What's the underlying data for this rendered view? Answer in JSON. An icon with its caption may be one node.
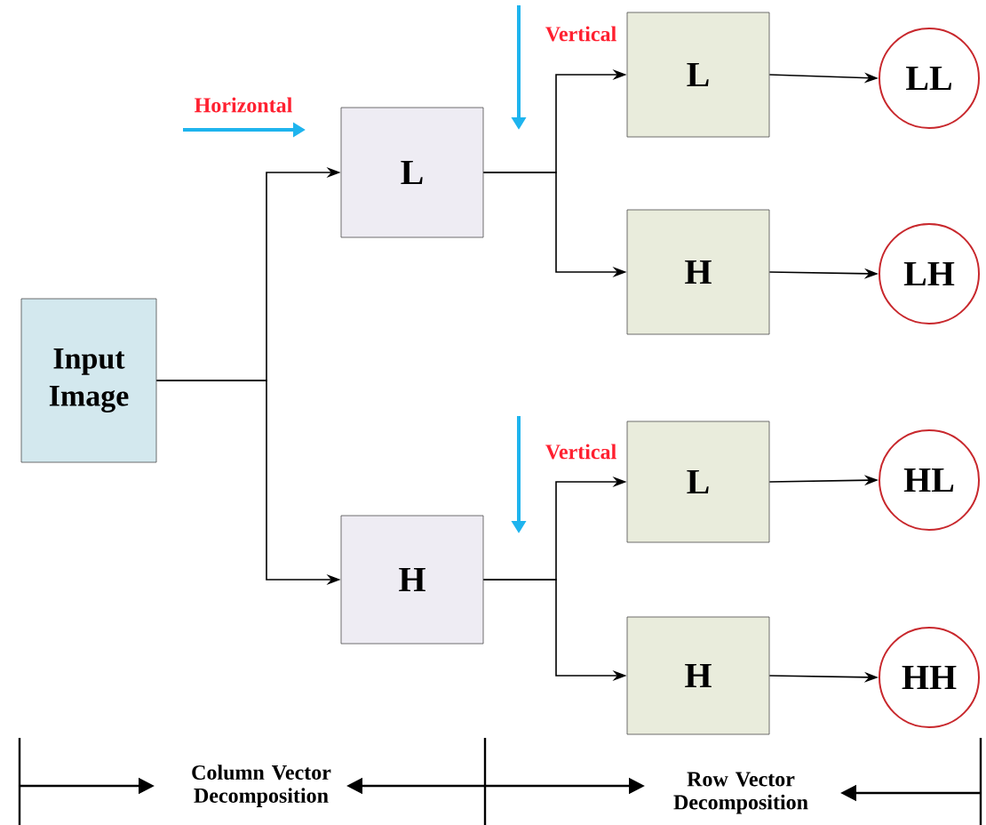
{
  "diagram": {
    "nodes": [
      {
        "text": [
          "Input Image"
        ]
      },
      {
        "text": [
          "L"
        ]
      },
      {
        "text": [
          "H"
        ]
      },
      {
        "text": [
          "L"
        ]
      },
      {
        "text": [
          "H"
        ]
      },
      {
        "text": [
          "L"
        ]
      },
      {
        "text": [
          "H"
        ]
      },
      {
        "text": [
          "LL"
        ]
      },
      {
        "text": [
          "LH"
        ]
      },
      {
        "text": [
          "HL"
        ]
      },
      {
        "text": [
          "HH"
        ]
      }
    ],
    "edges": [
      {
        "from": 0,
        "to": 1,
        "arrow": "to"
      },
      {
        "from": 0,
        "to": 2,
        "arrow": "to"
      },
      {
        "from": 1,
        "to": 3,
        "arrow": "to"
      },
      {
        "from": 1,
        "to": 4,
        "arrow": "to"
      },
      {
        "from": 2,
        "to": 5,
        "arrow": "to"
      },
      {
        "from": 2,
        "to": 6,
        "arrow": "to"
      },
      {
        "from": 3,
        "to": 7,
        "arrow": "to"
      },
      {
        "from": 4,
        "to": 8,
        "arrow": "to"
      },
      {
        "from": 5,
        "to": 9,
        "arrow": "to"
      },
      {
        "from": 6,
        "to": 10,
        "arrow": "to"
      }
    ],
    "labels": [
      "Horizontal",
      "Vertical",
      "Vertical",
      "Column Vector Decomposition",
      "Row Vector Decomposition"
    ]
  }
}
